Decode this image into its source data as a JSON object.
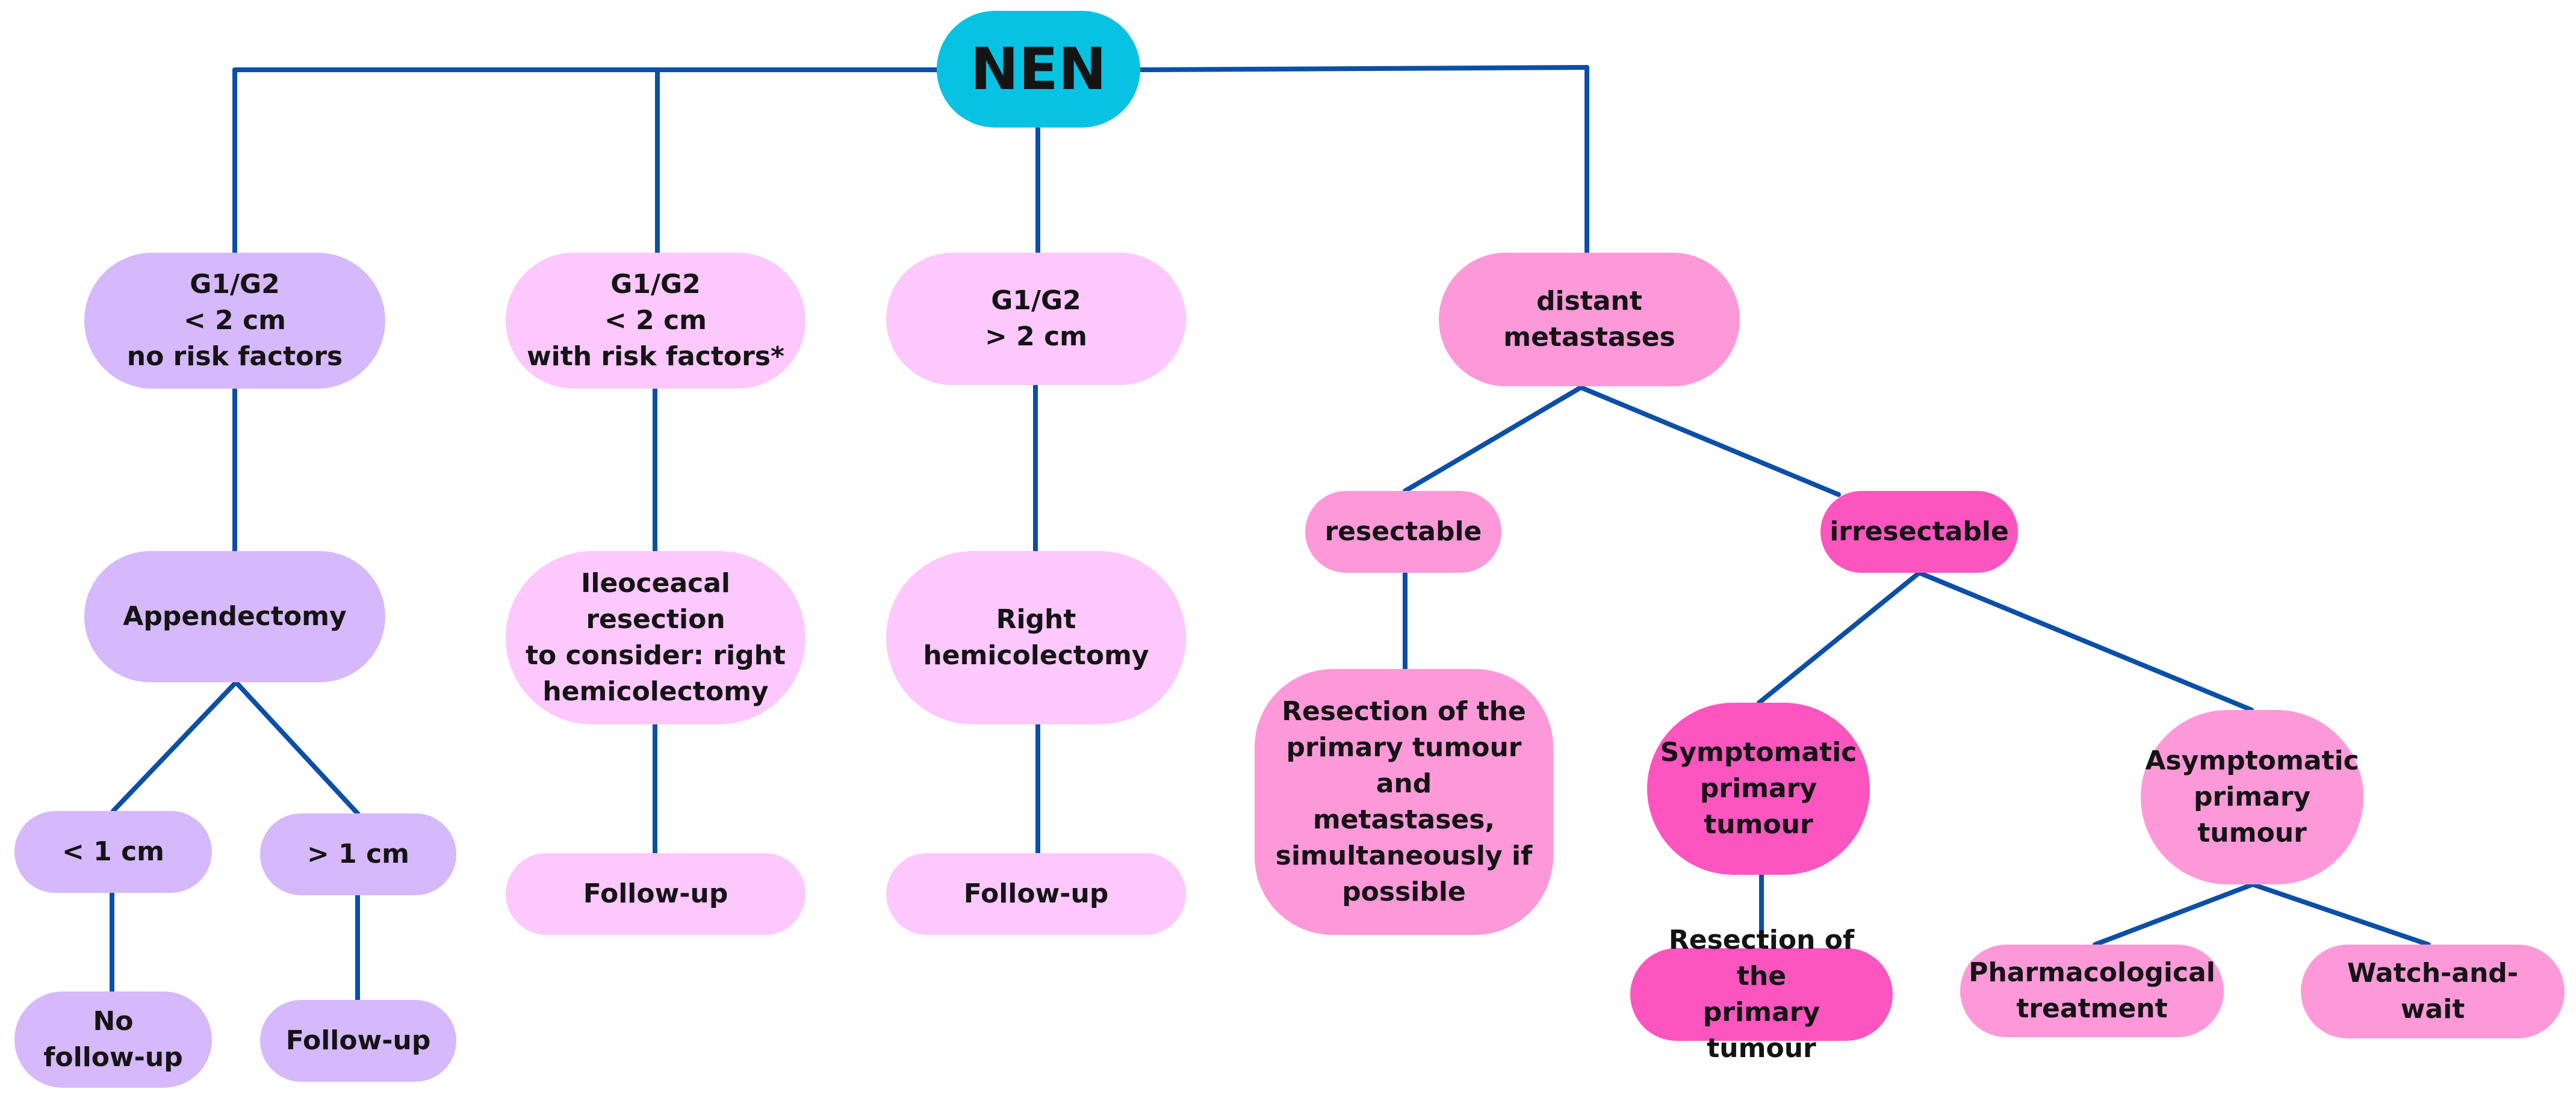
{
  "colors": {
    "connector": "#0a4fa8",
    "root": "#08c2e3",
    "lavender": "#d6b8fc",
    "pink_light": "#fdc8fd",
    "pink_mid": "#fd99d9",
    "pink_deep": "#fc55c0"
  },
  "nodes": {
    "root": "NEN",
    "g1g2_small_no_risk": "G1/G2\n< 2 cm\nno risk factors",
    "g1g2_small_risk": "G1/G2\n< 2 cm\nwith risk factors*",
    "g1g2_large": "G1/G2\n> 2 cm",
    "distant_metastases": "distant metastases",
    "appendectomy": "Appendectomy",
    "ileoceacal": "Ileoceacal resection\nto consider: right\nhemicolectomy",
    "right_hemicolectomy": "Right\nhemicolectomy",
    "resectable": "resectable",
    "irresectable": "irresectable",
    "lt1cm": "< 1 cm",
    "gt1cm": "> 1 cm",
    "follow_up_2": "Follow-up",
    "follow_up_3": "Follow-up",
    "resection_primary_metastases": "Resection of the\nprimary tumour and\nmetastases,\nsimultaneously if\npossible",
    "symptomatic": "Symptomatic\nprimary\ntumour",
    "asymptomatic": "Asymptomatic\nprimary\ntumour",
    "no_follow_up": "No\nfollow-up",
    "follow_up_1": "Follow-up",
    "resection_primary": "Resection of the\nprimary tumour",
    "pharmacological": "Pharmacological\ntreatment",
    "watch_and_wait": "Watch-and-wait"
  }
}
